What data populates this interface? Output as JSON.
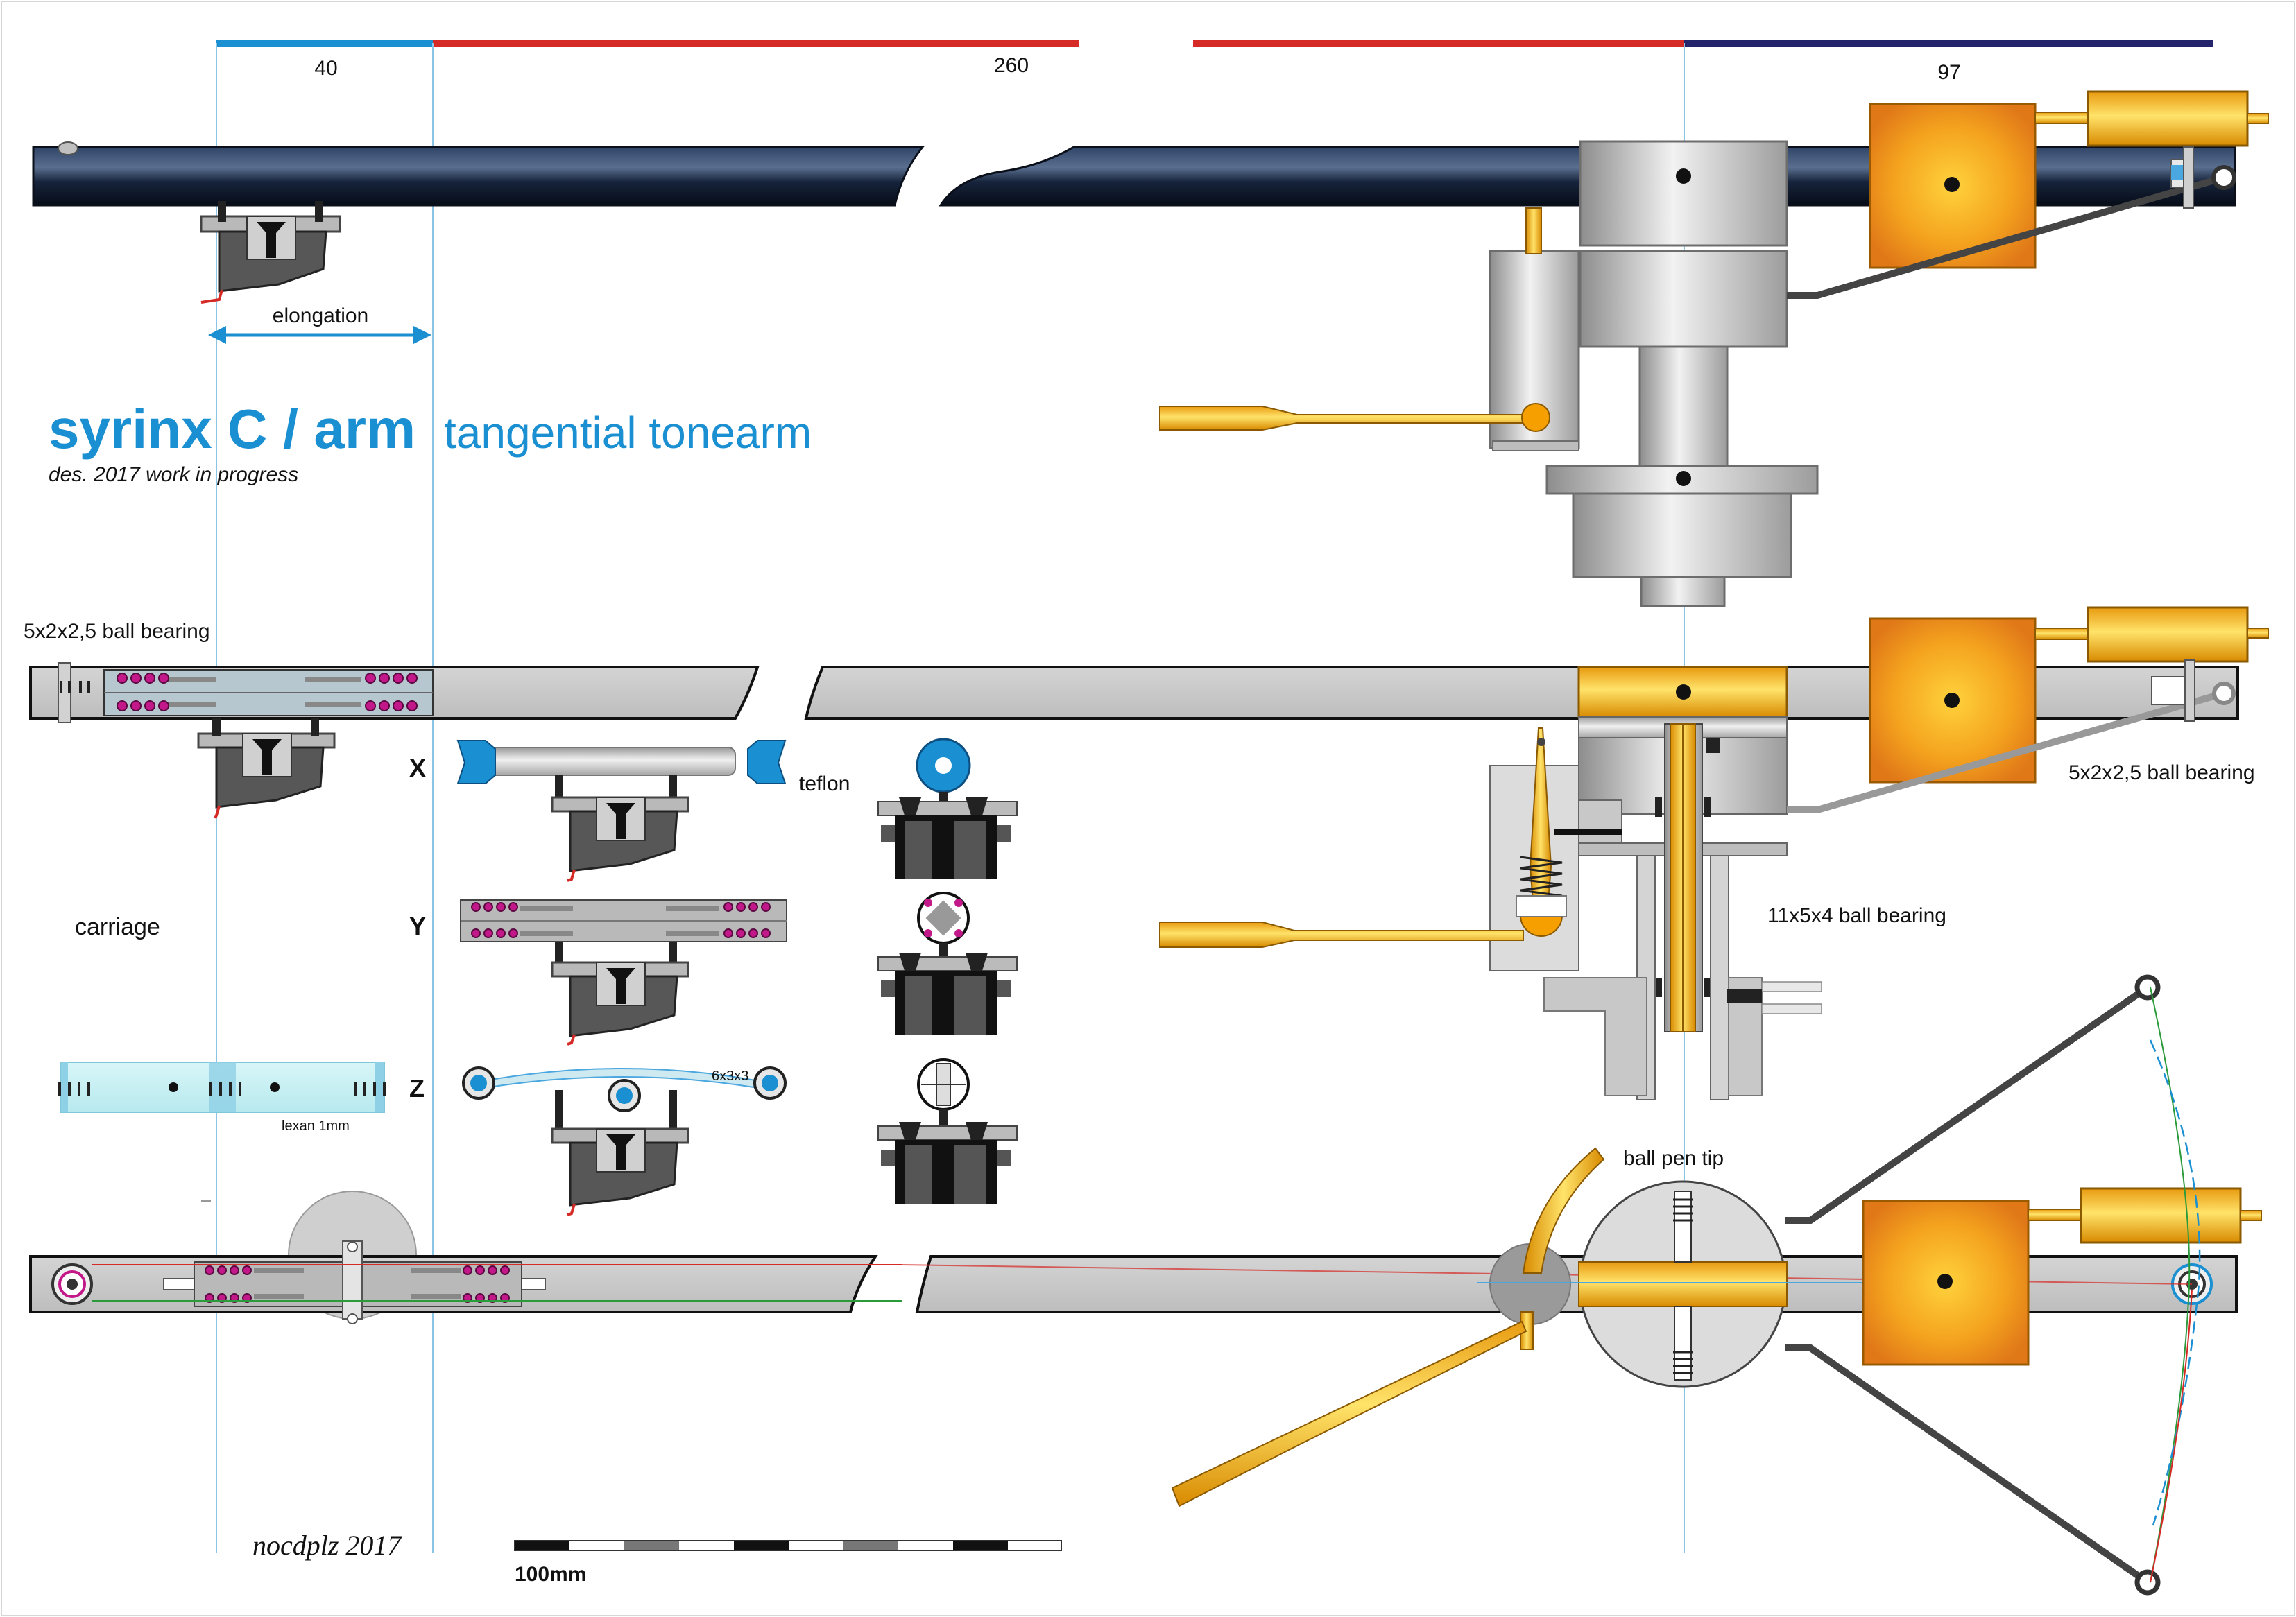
{
  "dimensions": {
    "d1": "40",
    "d2": "260",
    "d3": "97"
  },
  "title": {
    "main": "syrinx C / arm",
    "sub": "tangential tonearm",
    "note": "des. 2017 work in progress"
  },
  "labels": {
    "elongation": "elongation",
    "ball_bearing_small": "5x2x2,5 ball bearing",
    "ball_bearing_right": "5x2x2,5 ball bearing",
    "ball_bearing_large": "11x5x4 ball bearing",
    "carriage": "carriage",
    "axis_x": "X",
    "axis_y": "Y",
    "axis_z": "Z",
    "teflon": "teflon",
    "bearing_6x3x3": "6x3x3",
    "lexan": "lexan 1mm",
    "ball_pen_tip": "ball pen tip",
    "signature": "nocdplz 2017",
    "scale": "100mm"
  },
  "colors": {
    "accent_blue": "#1a8fd1",
    "accent_red": "#d62a26",
    "navy": "#23246b",
    "arm_tube": "#14213a",
    "gold": "#f2b01c",
    "orange": "#e88a1a",
    "steel": "#c8c8c8"
  }
}
